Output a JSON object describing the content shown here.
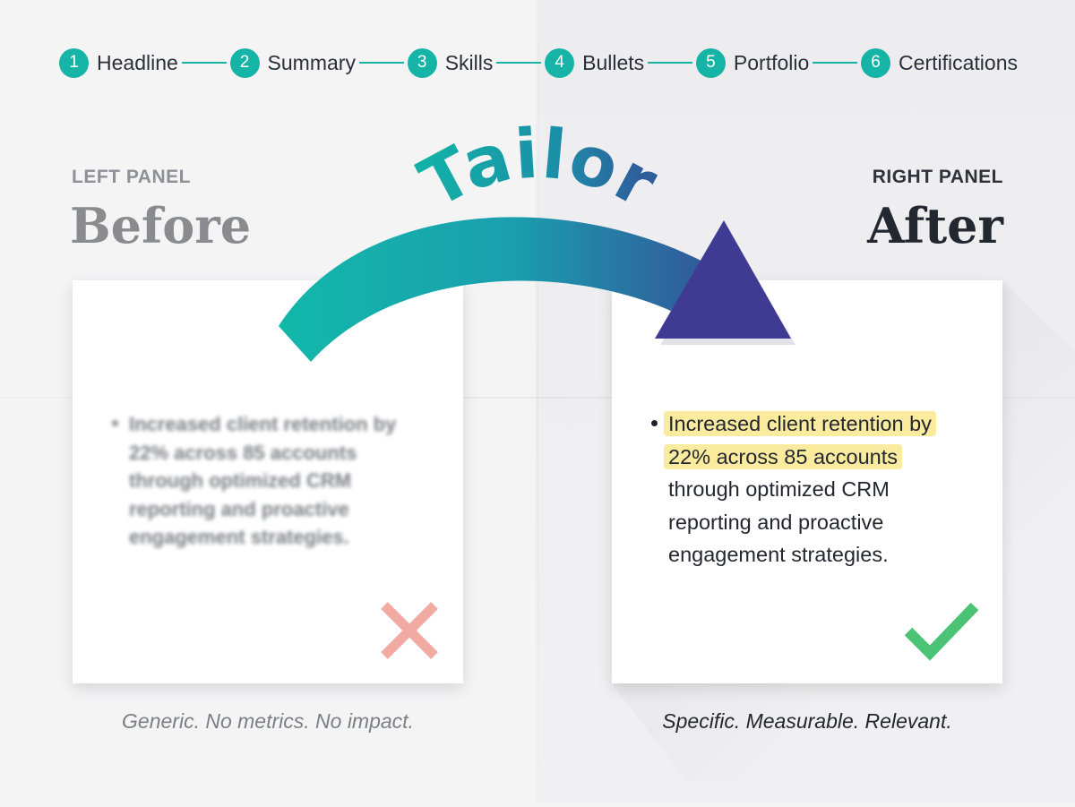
{
  "steps": [
    {
      "num": "1",
      "label": "Headline"
    },
    {
      "num": "2",
      "label": "Summary"
    },
    {
      "num": "3",
      "label": "Skills"
    },
    {
      "num": "4",
      "label": "Bullets"
    },
    {
      "num": "5",
      "label": "Portfolio"
    },
    {
      "num": "6",
      "label": "Certifications"
    }
  ],
  "tailor_label": "Tailor",
  "left_panel": {
    "kicker": "LEFT PANEL",
    "title": "Before",
    "bullet_lines": [
      "Increased client retention by",
      "22% across 85 accounts",
      "through optimized CRM",
      "reporting and proactive",
      "engagement strategies."
    ],
    "caption": "Generic. No metrics. No impact.",
    "mark_icon": "x-icon"
  },
  "right_panel": {
    "kicker": "RIGHT PANEL",
    "title": "After",
    "bullet_lines": [
      "Increased client retention by",
      "22% across 85 accounts",
      "through optimized CRM",
      "reporting and proactive",
      "engagement strategies."
    ],
    "caption": "Specific. Measurable. Relevant.",
    "mark_icon": "check-icon"
  },
  "colors": {
    "accent_teal": "#16b3a7",
    "arrow_start": "#12b8aa",
    "arrow_end": "#3d3a92",
    "highlight": "#fbeb9f",
    "x_mark": "#f2aaa5",
    "check_mark": "#4cc374"
  }
}
